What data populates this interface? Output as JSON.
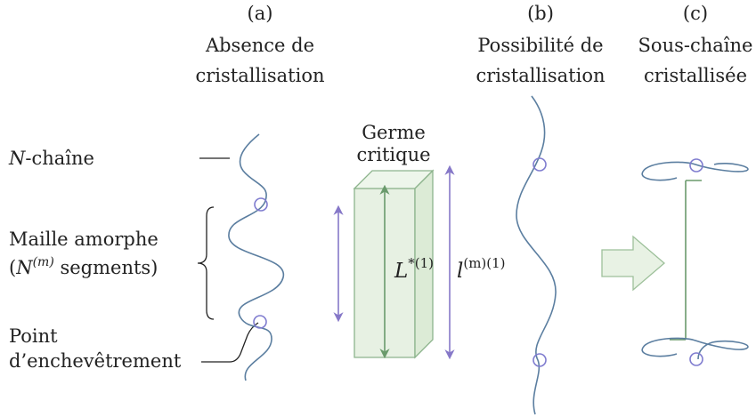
{
  "panels": {
    "a": {
      "letter": "(a)",
      "title_line1": "Absence de",
      "title_line2": "cristallisation"
    },
    "b": {
      "letter": "(b)",
      "title_line1": "Possibilité de",
      "title_line2": "cristallisation"
    },
    "c": {
      "letter": "(c)",
      "title_line1": "Sous-chaîne",
      "title_line2": "cristallisée"
    }
  },
  "left_labels": {
    "n_chain_italic": "N",
    "n_chain_rest": "-chaîne",
    "mesh_line1": "Maille amorphe",
    "mesh_open": "(",
    "mesh_N": "N",
    "mesh_sup": "(m)",
    "mesh_rest": " segments)",
    "entangle_line1": "Point",
    "entangle_line2": "d’enchevêtrement"
  },
  "nucleus": {
    "title_line1": "Germe",
    "title_line2": "critique",
    "L_main": "L",
    "L_sup": "*(1)",
    "l_main": "l",
    "l_sup": "(m)(1)"
  },
  "colors": {
    "chain": "#5b7ea0",
    "entanglement": "#7f7ccf",
    "arrow_purple": "#8678c8",
    "arrow_green": "#6a9a6c",
    "crystal_fill": "#e7f1e3",
    "crystal_stroke": "#8db48d",
    "big_arrow_fill": "#e8f2e4",
    "big_arrow_stroke": "#9dc09a",
    "text": "#222222"
  }
}
